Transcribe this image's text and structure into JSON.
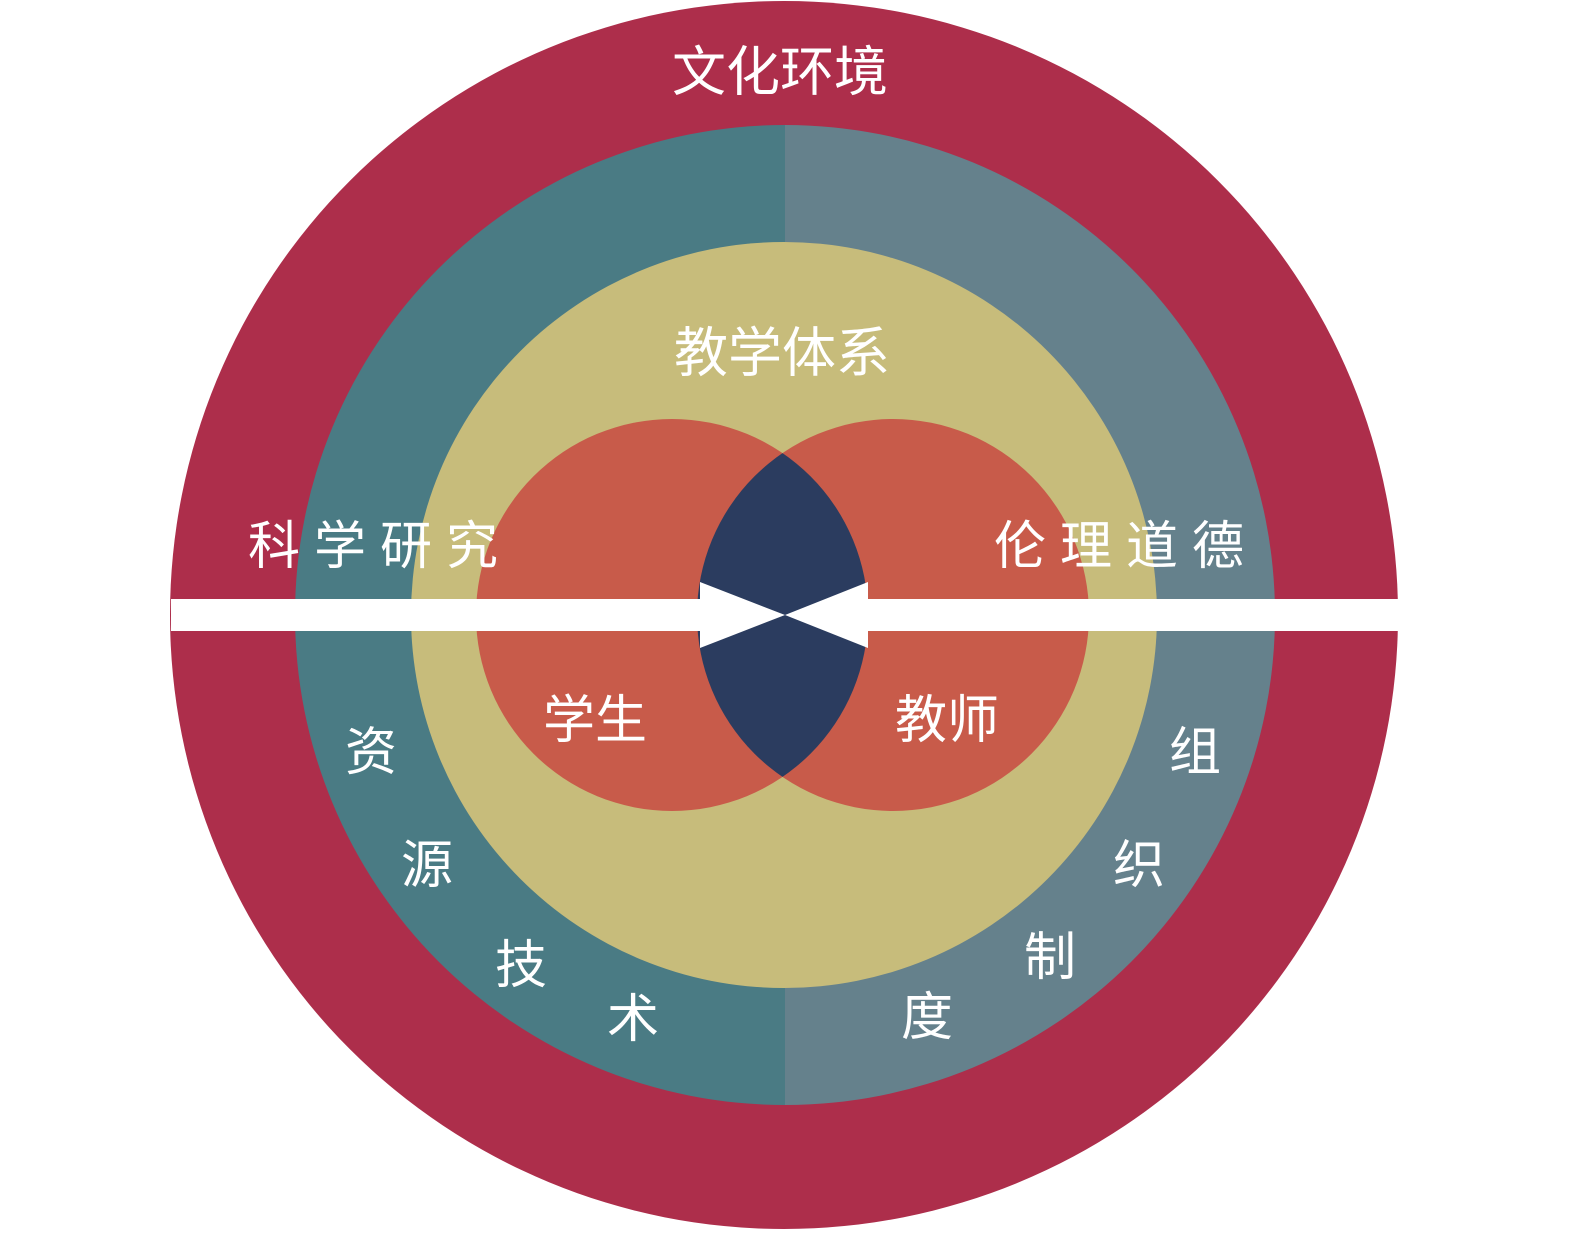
{
  "labels": {
    "outer_ring": "文化环境",
    "teaching_system": "教学体系",
    "student": "学生",
    "teacher": "教师",
    "left_band": "科学研究",
    "right_band": "伦理道德",
    "lower_left_ring": [
      "资",
      "源",
      "技",
      "术"
    ],
    "lower_right_ring": [
      "组",
      "织",
      "制",
      "度"
    ]
  },
  "colors": {
    "outer_ring": "#ad2e4b",
    "left_ring_half": "#4a7b84",
    "right_ring_half": "#65818c",
    "teaching_circle": "#c7bc7b",
    "venn_circles": "#c85b4a",
    "venn_overlap": "#2b3c5f",
    "arrows": "#ffffff"
  }
}
